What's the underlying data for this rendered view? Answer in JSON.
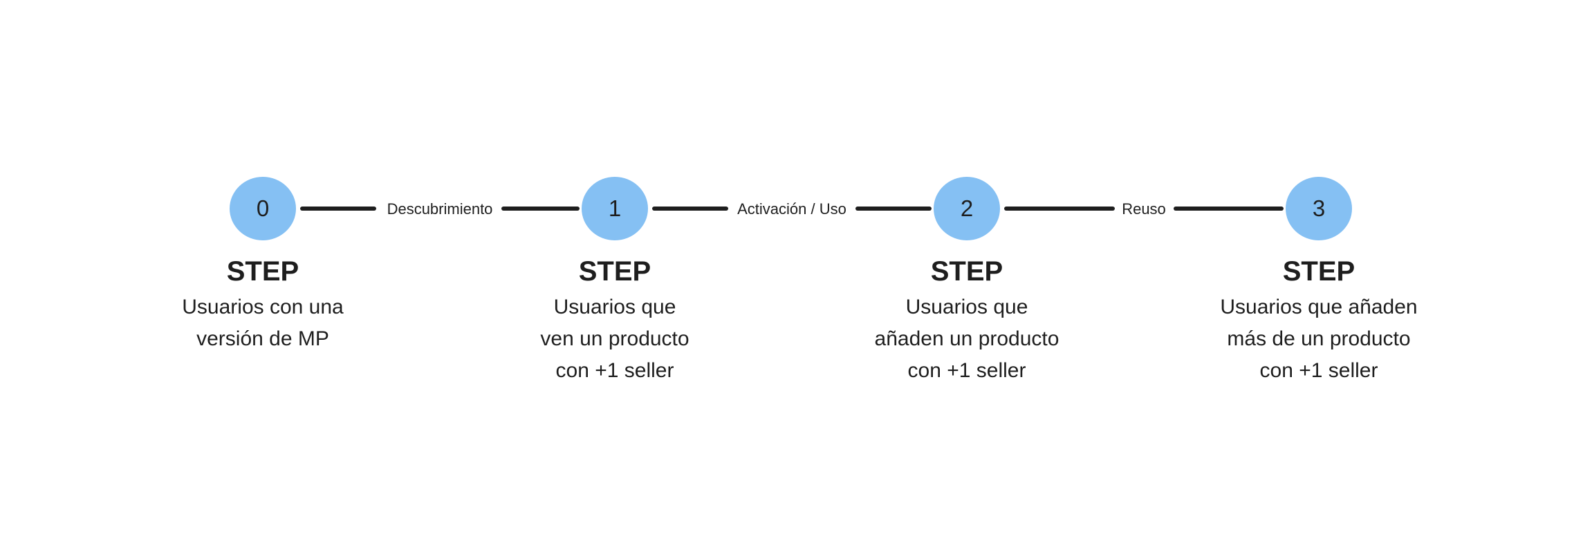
{
  "diagram": {
    "steps": [
      {
        "number": "0",
        "title": "STEP",
        "description": [
          "Usuarios con una",
          "versión de MP"
        ]
      },
      {
        "number": "1",
        "title": "STEP",
        "description": [
          "Usuarios que",
          "ven un producto",
          "con +1 seller"
        ]
      },
      {
        "number": "2",
        "title": "STEP",
        "description": [
          "Usuarios que",
          "añaden un producto",
          "con +1 seller"
        ]
      },
      {
        "number": "3",
        "title": "STEP",
        "description": [
          "Usuarios que añaden",
          "más de un producto",
          "con +1 seller"
        ]
      }
    ],
    "transitions": [
      {
        "label": "Descubrimiento"
      },
      {
        "label": "Activación / Uso"
      },
      {
        "label": "Reuso"
      }
    ],
    "colors": {
      "node_fill": "#85c0f3",
      "line": "#1e1e1e",
      "text": "#1e1e1e"
    }
  }
}
